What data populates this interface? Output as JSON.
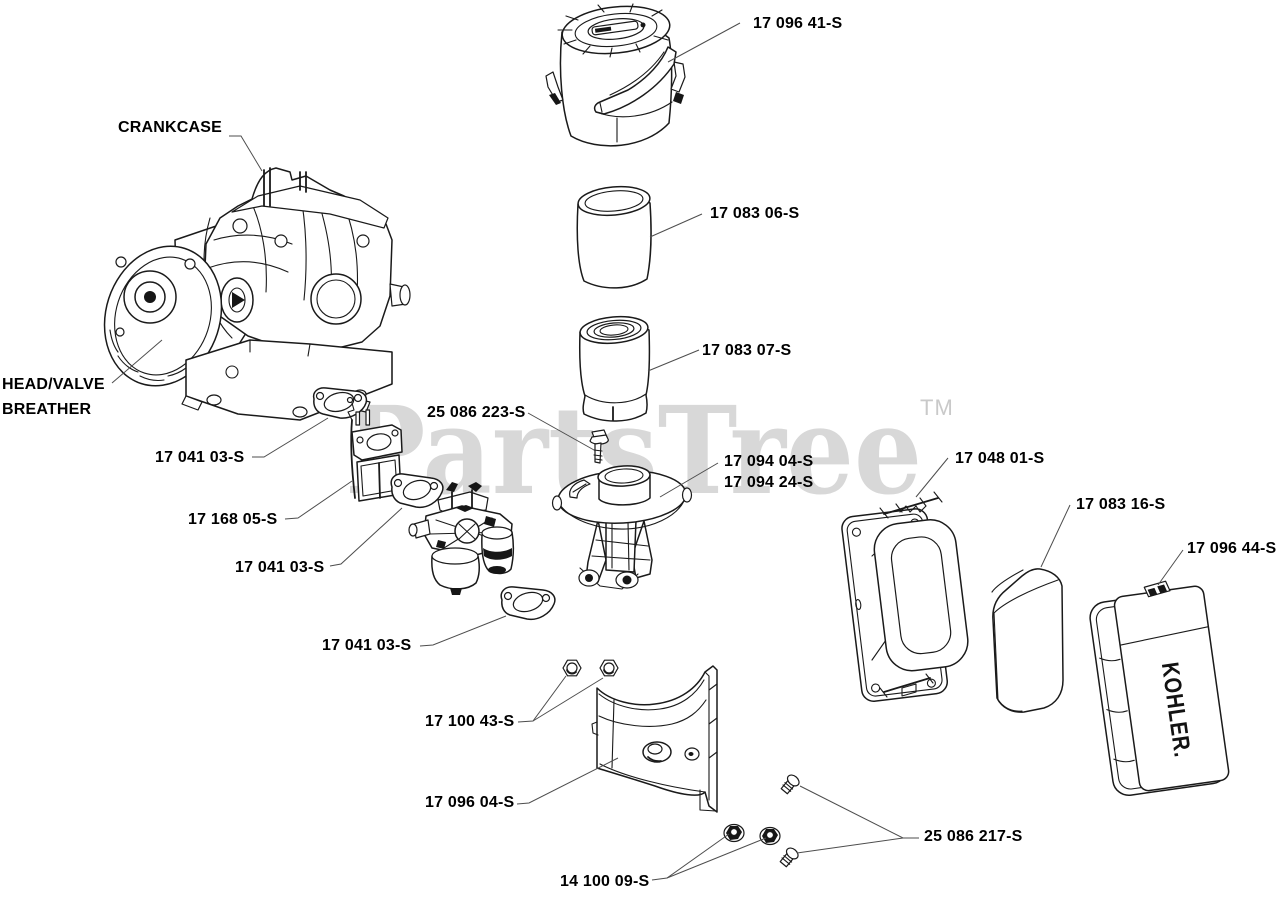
{
  "watermark": {
    "text": "PartsTree",
    "tm": "TM"
  },
  "diagram": {
    "labels": {
      "cover": "17 096 41-S",
      "crankcase": "CRANKCASE",
      "precleaner": "17 083 06-S",
      "paper_element": "17 083 07-S",
      "head_valve_breather": "HEAD/VALVE\nBREATHER",
      "gasket_a": "17 041 03-S",
      "screw_air_cleaner": "25 086 223-S",
      "air_cleaner_base": "17 094 04-S\n17 094 24-S",
      "bracket": "17 168 05-S",
      "backplate": "17 048 01-S",
      "foam_element": "17 083 16-S",
      "gasket_b": "17 041 03-S",
      "kohler_cover": "17 096 44-S",
      "gasket_c": "17 041 03-S",
      "nuts_upper": "17 100 43-S",
      "heat_shield": "17 096 04-S",
      "screws_mounting": "25 086 217-S",
      "nuts_lower": "14 100 09-S"
    },
    "kohler_logo": "KOHLER."
  },
  "colors": {
    "line": "#1a1a1a",
    "leader": "#4d4d4d",
    "watermark": "#d8d8d8",
    "label_text": "#000000",
    "background": "#ffffff"
  }
}
